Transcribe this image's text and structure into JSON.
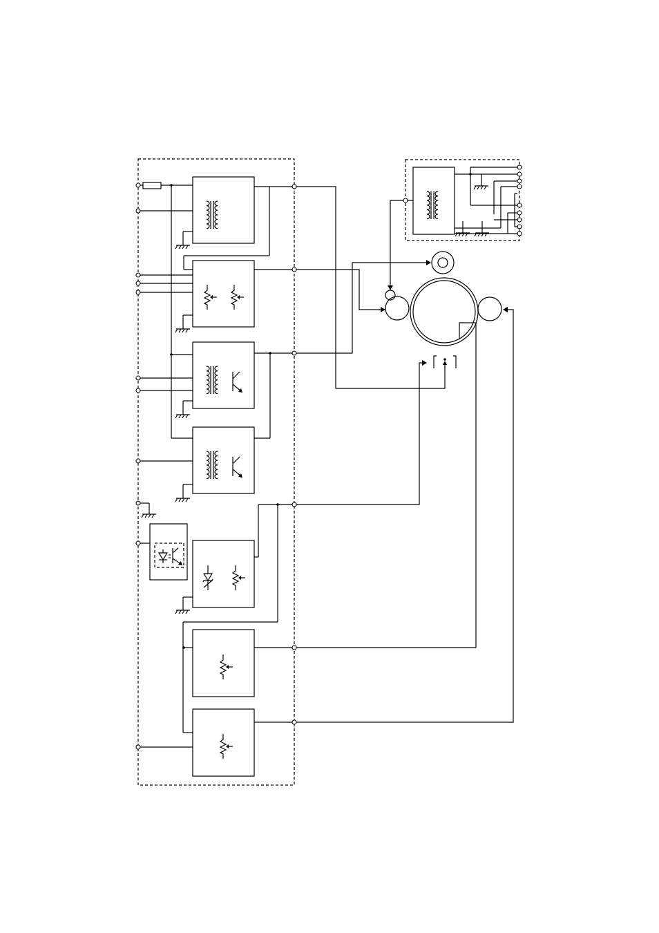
{
  "diagram": {
    "kind": "high-voltage power supply block diagram (electrophotographic unit)",
    "colors": {
      "line": "#000000",
      "background": "#ffffff"
    },
    "blocks": [
      {
        "id": "block-1",
        "symbols": [
          "transformer-icon"
        ]
      },
      {
        "id": "block-2",
        "symbols": [
          "variable-resistor-icon",
          "variable-resistor-icon"
        ]
      },
      {
        "id": "block-3",
        "symbols": [
          "transformer-icon",
          "transistor-icon"
        ]
      },
      {
        "id": "block-4",
        "symbols": [
          "transformer-icon",
          "transistor-icon"
        ]
      },
      {
        "id": "block-5",
        "symbols": [
          "zener-diode-icon",
          "variable-resistor-icon"
        ]
      },
      {
        "id": "block-6",
        "symbols": [
          "variable-resistor-icon"
        ]
      },
      {
        "id": "block-7",
        "symbols": [
          "variable-resistor-icon"
        ]
      },
      {
        "id": "photocoupler",
        "symbols": [
          "photocoupler-icon"
        ]
      },
      {
        "id": "external-transformer-unit",
        "symbols": [
          "transformer-icon",
          "ground-icon"
        ]
      }
    ],
    "drum_components": [
      "photosensitive-drum",
      "charge-roller",
      "transfer-roller",
      "cleaning-roller",
      "developer-roller",
      "separator-pin"
    ]
  }
}
